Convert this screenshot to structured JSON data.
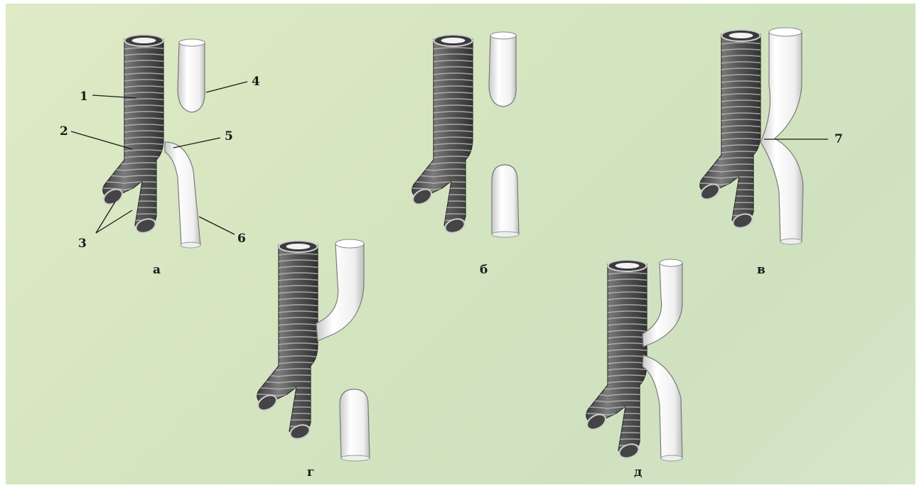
{
  "panels": [
    {
      "id": "a",
      "label": "а"
    },
    {
      "id": "b",
      "label": "б"
    },
    {
      "id": "c",
      "label": "в"
    },
    {
      "id": "d",
      "label": "г"
    },
    {
      "id": "e",
      "label": "д"
    }
  ],
  "callouts": [
    {
      "number": "1"
    },
    {
      "number": "2"
    },
    {
      "number": "3"
    },
    {
      "number": "4"
    },
    {
      "number": "5"
    },
    {
      "number": "6"
    },
    {
      "number": "7"
    }
  ],
  "colors": {
    "background": "#d5e5c0",
    "trachea": "#5e5e5e",
    "esophagus": "#f4f4f4",
    "text": "#1a1a1a"
  }
}
